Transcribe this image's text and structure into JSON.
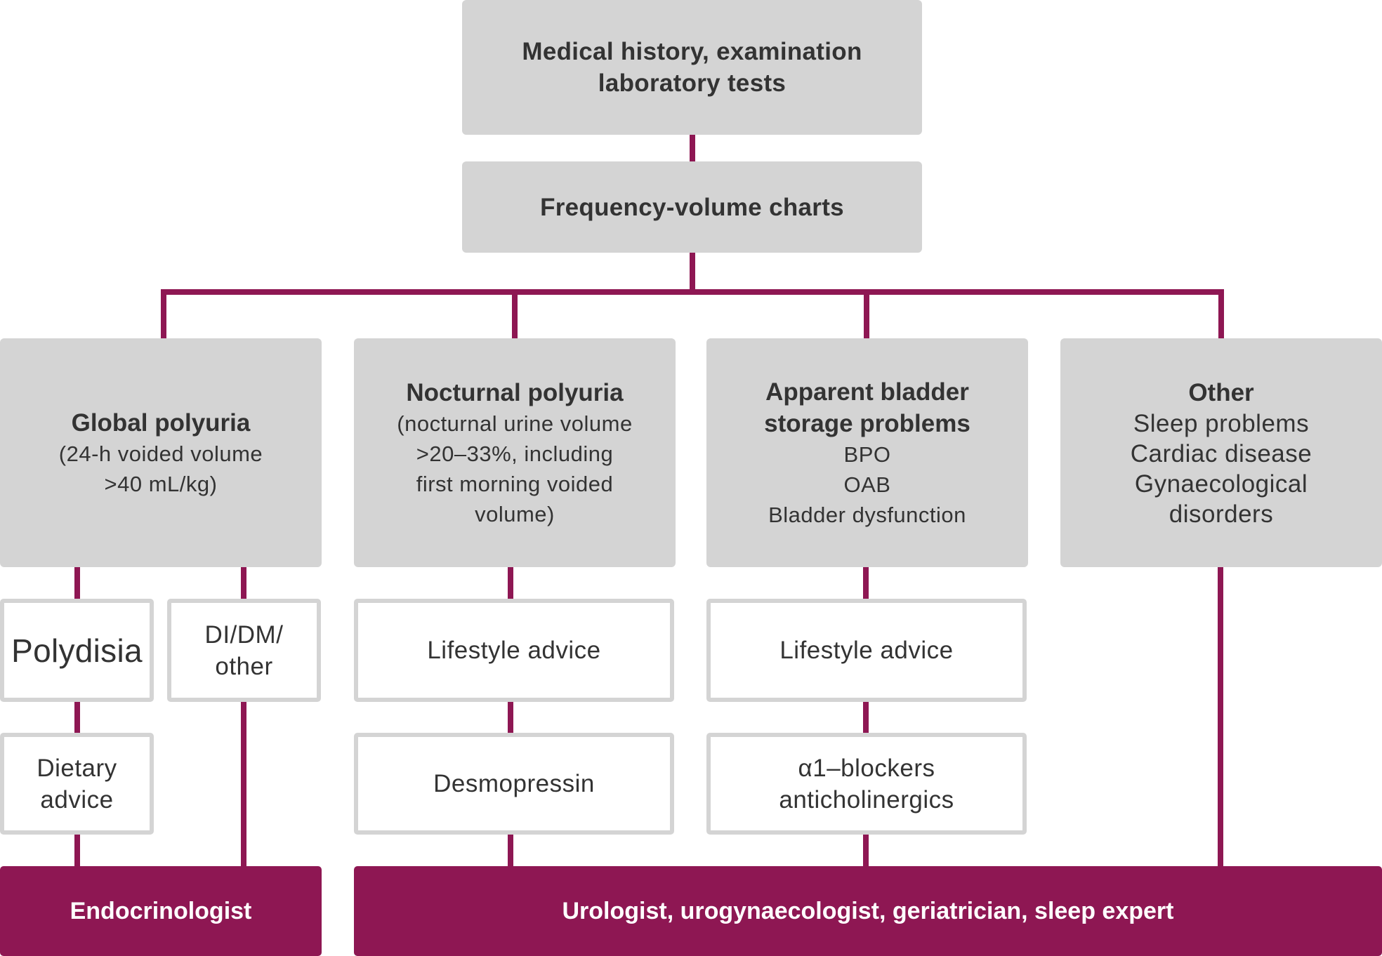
{
  "colors": {
    "accent": "#8e1753",
    "box_grey": "#d4d4d4",
    "text": "#333333",
    "white": "#ffffff"
  },
  "top": {
    "history_lines": [
      "Medical history, examination",
      "laboratory tests"
    ],
    "fvc": "Frequency-volume charts"
  },
  "categories": {
    "global": {
      "title": "Global polyuria",
      "lines": [
        "(24-h voided volume",
        ">40 mL/kg)"
      ]
    },
    "nocturnal": {
      "title": "Nocturnal polyuria",
      "lines": [
        "(nocturnal urine volume",
        ">20–33%, including",
        "first morning voided",
        "volume)"
      ]
    },
    "bladder": {
      "title_lines": [
        "Apparent bladder",
        "storage problems"
      ],
      "lines": [
        "BPO",
        "OAB",
        "Bladder dysfunction"
      ]
    },
    "other": {
      "title": "Other",
      "lines": [
        "Sleep problems",
        "Cardiac disease",
        "Gynaecological",
        "disorders"
      ]
    }
  },
  "steps": {
    "polydipsia": "Polydisia",
    "di_dm_lines": [
      "DI/DM/",
      "other"
    ],
    "dietary_lines": [
      "Dietary",
      "advice"
    ],
    "lifestyle_nocturnal": "Lifestyle advice",
    "desmopressin": "Desmopressin",
    "lifestyle_bladder": "Lifestyle advice",
    "blockers_lines": [
      "α1–blockers",
      "anticholinergics"
    ]
  },
  "referrals": {
    "endocrinologist": "Endocrinologist",
    "urologist": "Urologist, urogynaecologist, geriatrician, sleep expert"
  }
}
